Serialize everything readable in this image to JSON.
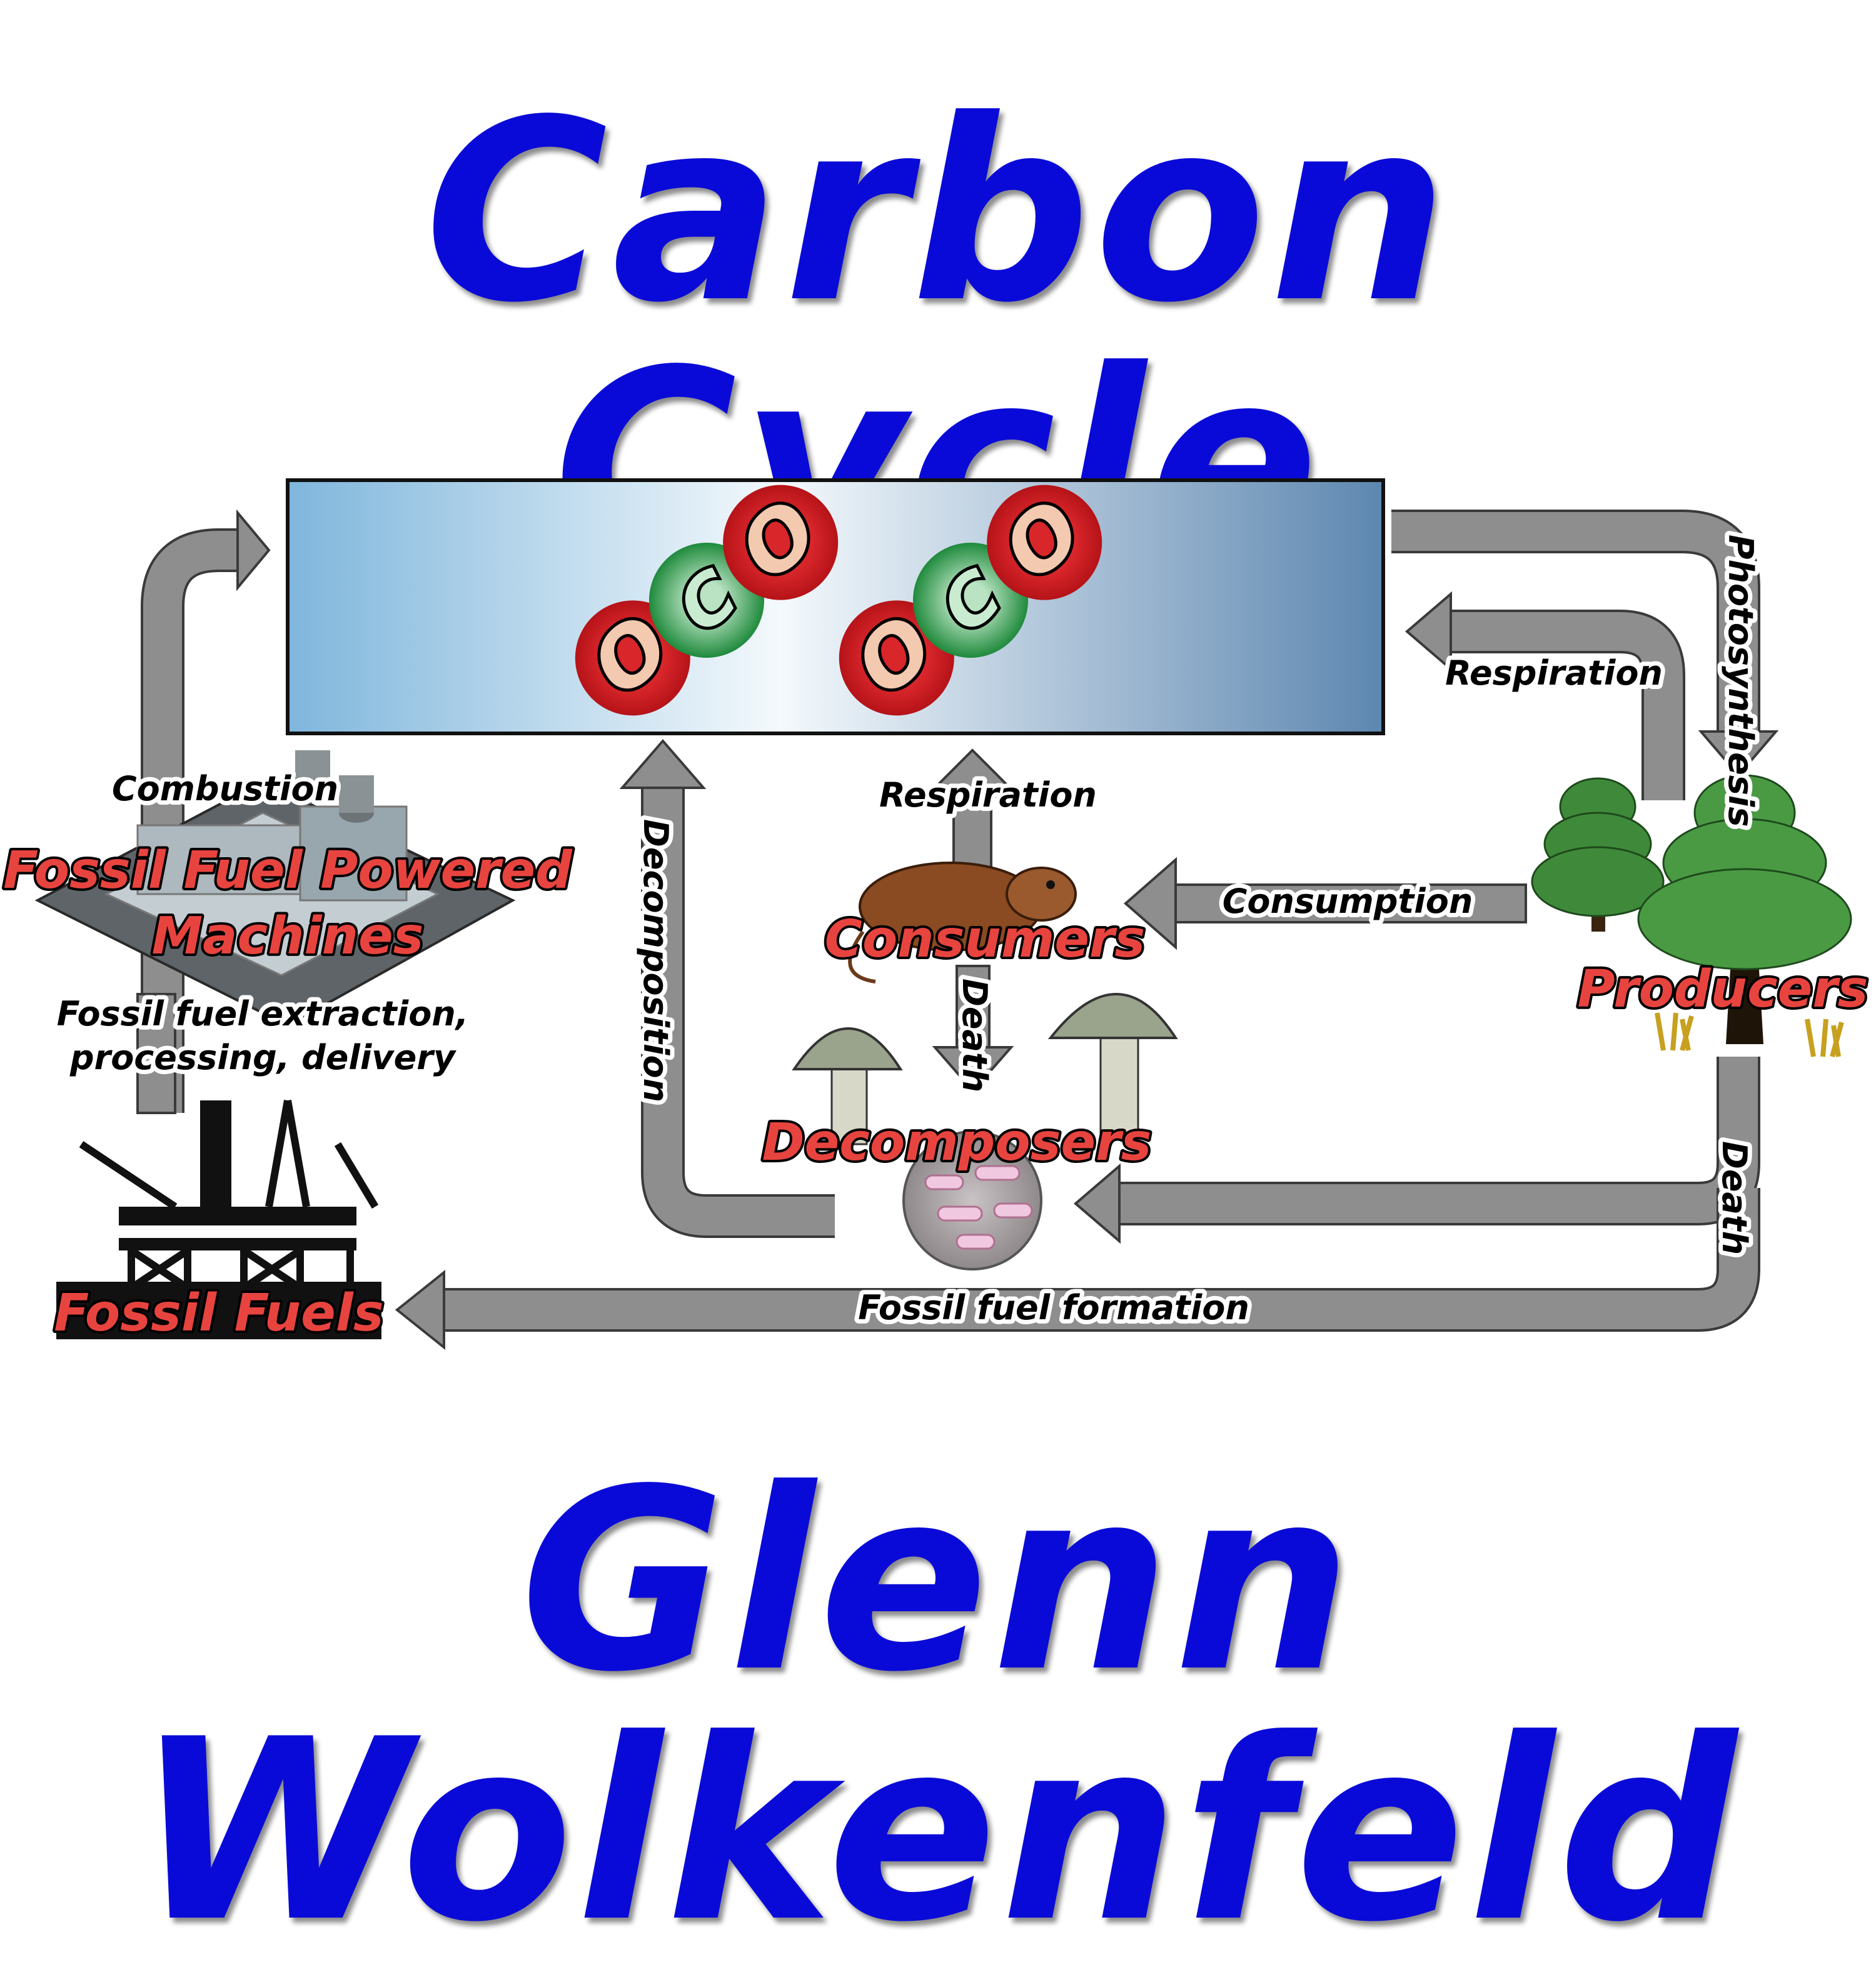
{
  "title": "Carbon Cycle",
  "author": "Glenn Wolkenfeld",
  "atmosphere": {
    "molecules": [
      {
        "atoms": [
          "O",
          "C",
          "O"
        ]
      },
      {
        "atoms": [
          "O",
          "C",
          "O"
        ]
      }
    ]
  },
  "nodes": {
    "machines": "Fossil Fuel Powered Machines",
    "machines_line1": "Fossil Fuel Powered",
    "machines_line2": "Machines",
    "fossil_fuels": "Fossil Fuels",
    "consumers": "Consumers",
    "decomposers": "Decomposers",
    "producers": "Producers"
  },
  "processes": {
    "combustion": "Combustion",
    "extraction_line1": "Fossil fuel extraction,",
    "extraction_line2": "processing, delivery",
    "respiration_producers": "Respiration",
    "respiration_consumers": "Respiration",
    "photosynthesis": "Photosynthesis",
    "consumption": "Consumption",
    "death_consumers": "Death",
    "death_producers": "Death",
    "decomposition": "Decomposition",
    "fossil_fuel_formation": "Fossil fuel formation"
  },
  "colors": {
    "title": "#0a0ad8",
    "node_label": "#e8443f",
    "arrow": "#8e8e8e",
    "oxygen": "#d8262b",
    "carbon": "#2e9a4a"
  }
}
